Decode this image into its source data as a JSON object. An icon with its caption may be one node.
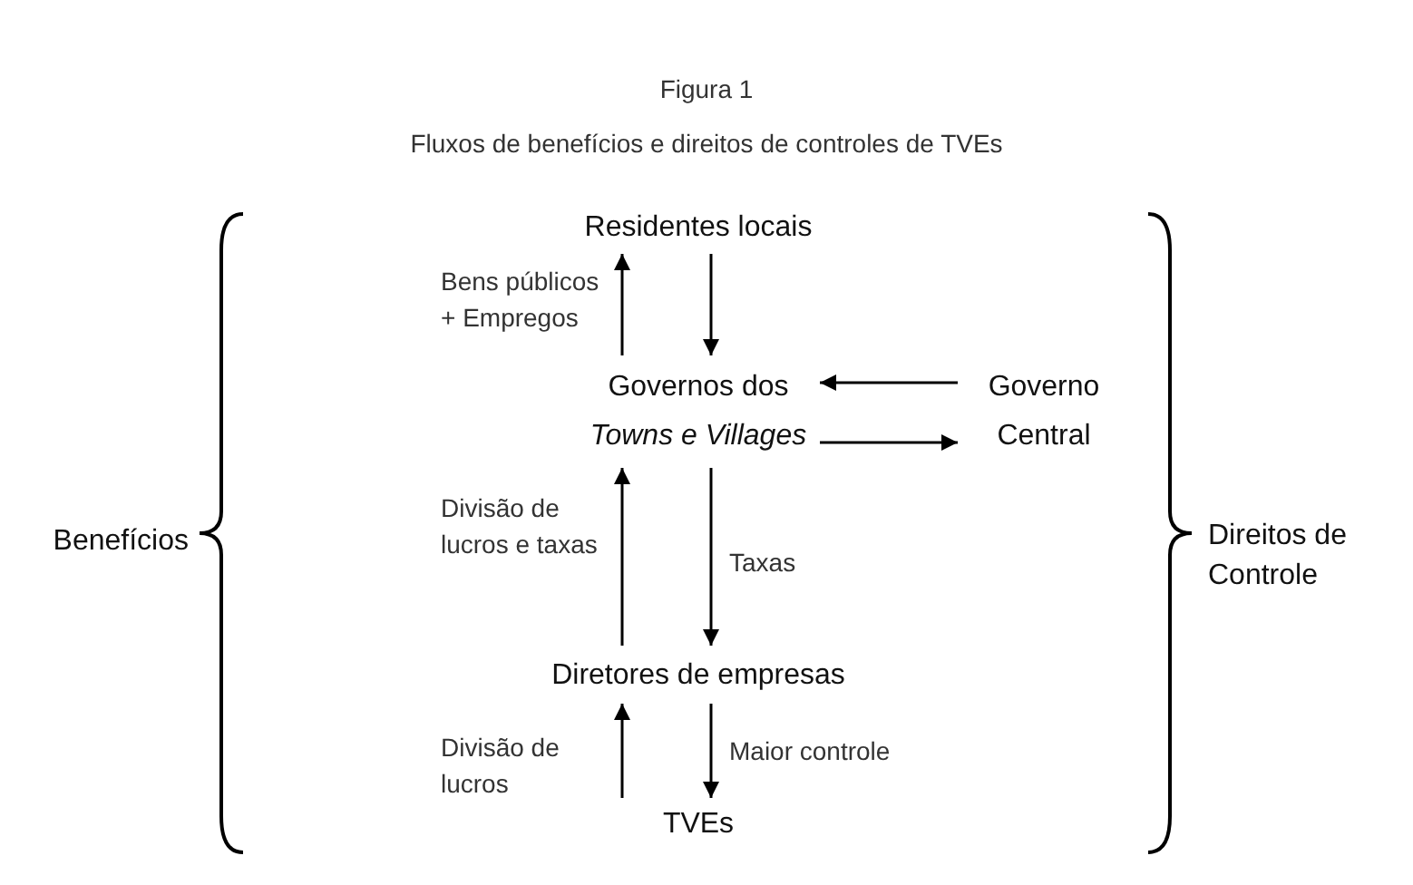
{
  "diagram": {
    "title": "Fluxos de benefícios e direitos de controles de TVEs",
    "nodes": [
      {
        "text": [
          "Residentes locais"
        ]
      },
      {
        "text": [
          "Governos dos *Towns e Villages*"
        ]
      },
      {
        "text": [
          "Governo Central"
        ]
      },
      {
        "text": [
          "Diretores de empresas"
        ]
      },
      {
        "text": [
          "TVEs"
        ]
      }
    ],
    "edges": [
      {
        "from": 1,
        "to": 0,
        "arrow": "to",
        "label": "Bens públicos + Empregos"
      },
      {
        "from": 0,
        "to": 1,
        "arrow": "to"
      },
      {
        "from": 2,
        "to": 1,
        "arrow": "to"
      },
      {
        "from": 1,
        "to": 2,
        "arrow": "to"
      },
      {
        "from": 3,
        "to": 1,
        "arrow": "to",
        "label": "Divisão de lucros e taxas"
      },
      {
        "from": 1,
        "to": 3,
        "arrow": "to",
        "label": "Taxas"
      },
      {
        "from": 4,
        "to": 3,
        "arrow": "to",
        "label": "Divisão de lucros"
      },
      {
        "from": 3,
        "to": 4,
        "arrow": "to",
        "label": "Maior controle"
      }
    ],
    "labels": [
      "Figura 1",
      "Benefícios",
      "Direitos de Controle"
    ]
  }
}
